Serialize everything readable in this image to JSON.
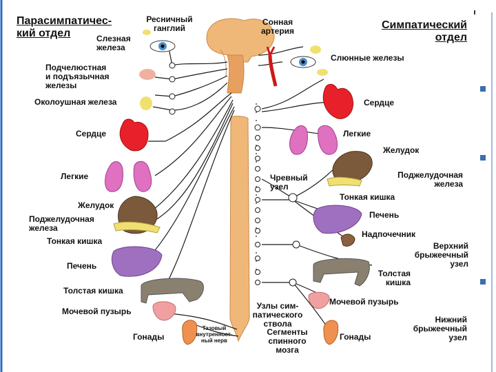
{
  "titles": {
    "parasympathetic": "Парасимпатичес-\nкий отдел",
    "sympathetic": "Симпатический\nотдел"
  },
  "labels": {
    "ciliary_ganglion": "Ресничный\nганглий",
    "carotid_artery": "Сонная\nартерия",
    "lacrimal_gland": "Слезная\nжелеза",
    "salivary_glands": "Слюнные железы",
    "submandibular": "Подчелюстная\nи подъязычная\nжелезы",
    "parotid": "Околоушная железа",
    "heart_left": "Сердце",
    "heart_right": "Сердце",
    "lungs_left": "Легкие",
    "lungs_right": "Легкие",
    "stomach_left": "Желудок",
    "stomach_right": "Желудок",
    "pancreas_left": "Поджелудочная\nжелеза",
    "pancreas_right": "Поджелудочная\nжелеза",
    "celiac_node": "Чревный\nузел",
    "small_int_left": "Тонкая кишка",
    "small_int_right": "Тонкая кишка",
    "liver_left": "Печень",
    "liver_right": "Печень",
    "adrenal": "Надпочечник",
    "sup_mesenteric": "Верхний\nбрыжеечный\nузел",
    "colon_left": "Толстая кишка",
    "colon_right": "Толстая\nкишка",
    "bladder_left": "Мочевой пузырь",
    "bladder_right": "Мочевой пузырь",
    "trunk_nodes": "Узлы сим-\nпатического\nствола",
    "inf_mesenteric": "Нижний\nбрыжеечный\nузел",
    "pelvic_nerve": "Тазовый\nвнутренност-\nный нерв",
    "gonads_left": "Гонады",
    "gonads_right": "Гонады",
    "spinal_segments": "Сегменты\nспинного\nмозга"
  },
  "colors": {
    "background": "#ffffff",
    "frame": "#2f6fc4",
    "spine": "#f0b878",
    "nerve": "#1a1a1a",
    "heart": "#e8202a",
    "lungs": "#e070c0",
    "stomach": "#7a5a3a",
    "liver": "#a070c0",
    "pancreas": "#f0e070",
    "colon": "#8a8070",
    "bladder": "#f0a0a0",
    "eye": "#4a90c8"
  }
}
